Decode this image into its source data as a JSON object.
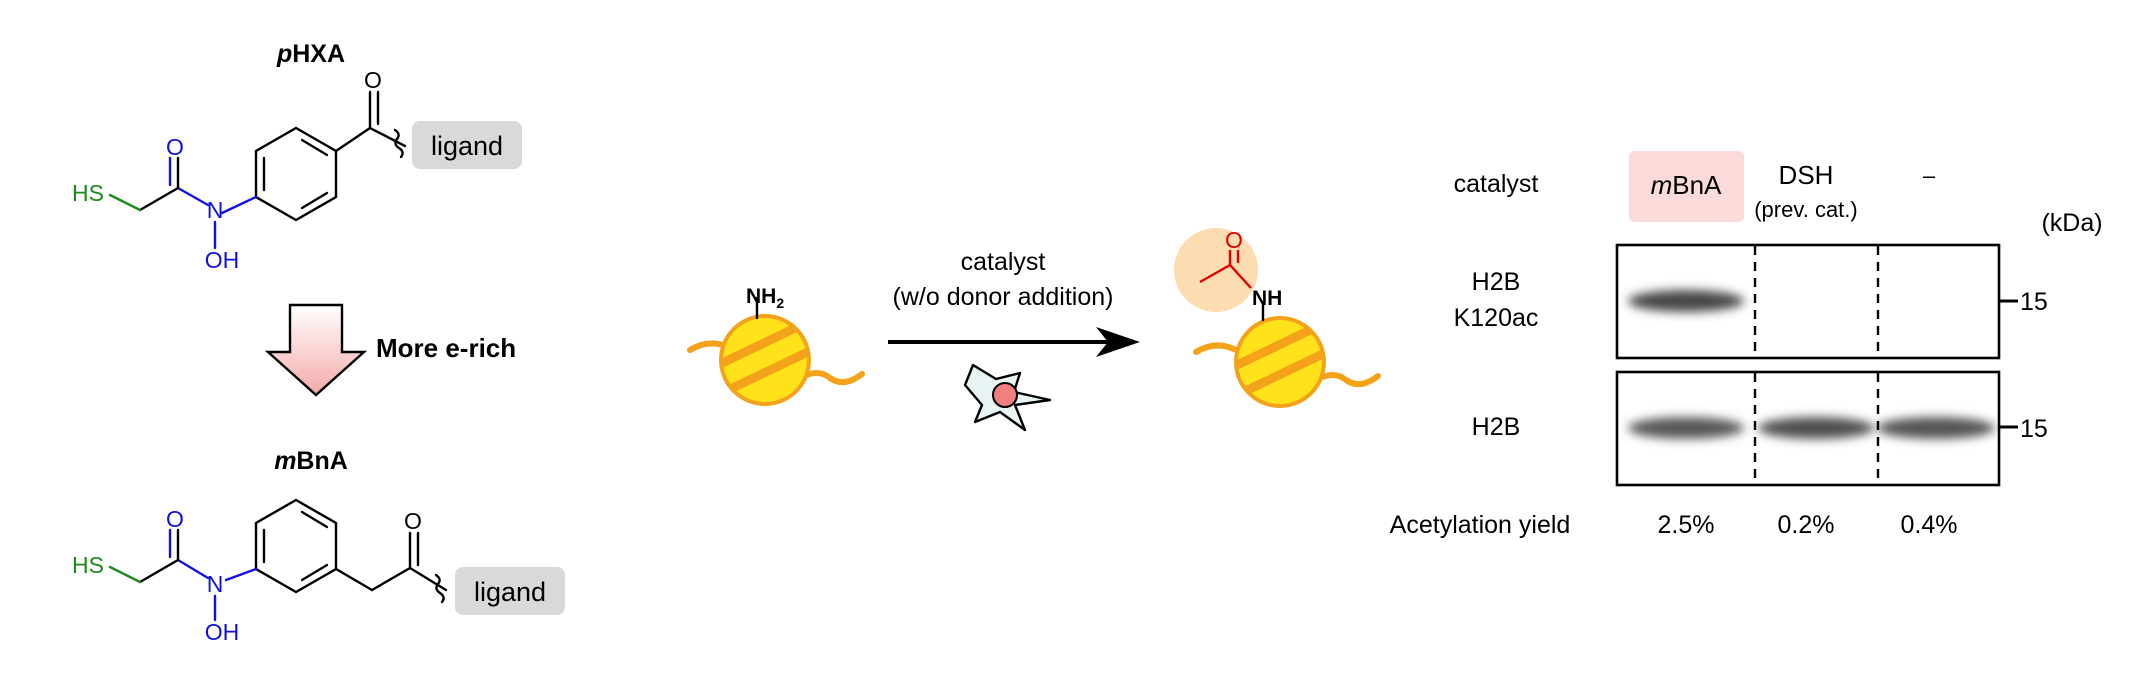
{
  "colors": {
    "heteroatom_N_O": "#1010e0",
    "thiol": "#1b8a1b",
    "acetyl": "#e00000",
    "ligand_box": "#d9d9d9",
    "nucleosome_core": "#ffe21a",
    "nucleosome_dna": "#f5a21b",
    "acetyl_halo": "#fcdcb0",
    "cell_body": "#e8f3f3",
    "cell_nucleus": "#f08080",
    "mbna_highlight": "#fbdada",
    "arrow_gradient_top": "#ffffff",
    "arrow_gradient_bottom": "#f4a9a9"
  },
  "left_panel": {
    "top_compound": {
      "name_prefix": "p",
      "name_suffix": "HXA",
      "SH": "HS",
      "O1": "O",
      "N": "N",
      "OH": "OH",
      "O2": "O",
      "ligand": "ligand"
    },
    "transition_label": "More e-rich",
    "bottom_compound": {
      "name_prefix": "m",
      "name_suffix": "BnA",
      "SH": "HS",
      "O1": "O",
      "N": "N",
      "OH": "OH",
      "O2": "O",
      "ligand": "ligand"
    }
  },
  "middle_panel": {
    "amine_label": "NH",
    "amine_subscript": "2",
    "arrow_top_line1": "catalyst",
    "arrow_top_line2": "(w/o donor addition)",
    "product_O": "O",
    "product_NH": "NH"
  },
  "right_panel": {
    "catalyst_row_label": "catalyst",
    "lanes": [
      {
        "name_prefix": "m",
        "name_suffix": "BnA",
        "sublabel": ""
      },
      {
        "name_prefix": "",
        "name_suffix": "DSH",
        "sublabel": "(prev. cat.)"
      },
      {
        "name_prefix": "",
        "name_suffix": "–",
        "sublabel": ""
      }
    ],
    "kda_label": "(kDa)",
    "blots": [
      {
        "label_line1": "H2B",
        "label_line2": "K120ac",
        "marker": "15",
        "band_intensity": [
          1.0,
          0.0,
          0.0
        ]
      },
      {
        "label_line1": "H2B",
        "label_line2": "",
        "marker": "15",
        "band_intensity": [
          0.85,
          0.92,
          0.88
        ]
      }
    ],
    "yield_label": "Acetylation yield",
    "yields": [
      "2.5%",
      "0.2%",
      "0.4%"
    ]
  }
}
